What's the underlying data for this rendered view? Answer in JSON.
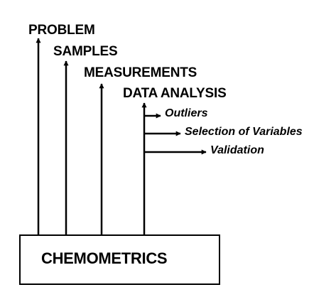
{
  "diagram": {
    "core_label": "CHEMOMETRICS",
    "stages": [
      {
        "label": "PROBLEM"
      },
      {
        "label": "SAMPLES"
      },
      {
        "label": "MEASUREMENTS"
      },
      {
        "label": "DATA ANALYSIS"
      }
    ],
    "sub_steps": [
      {
        "label": "Outliers"
      },
      {
        "label": "Selection of Variables"
      },
      {
        "label": "Validation"
      }
    ],
    "colors": {
      "ink": "#000000",
      "background": "#ffffff"
    }
  }
}
